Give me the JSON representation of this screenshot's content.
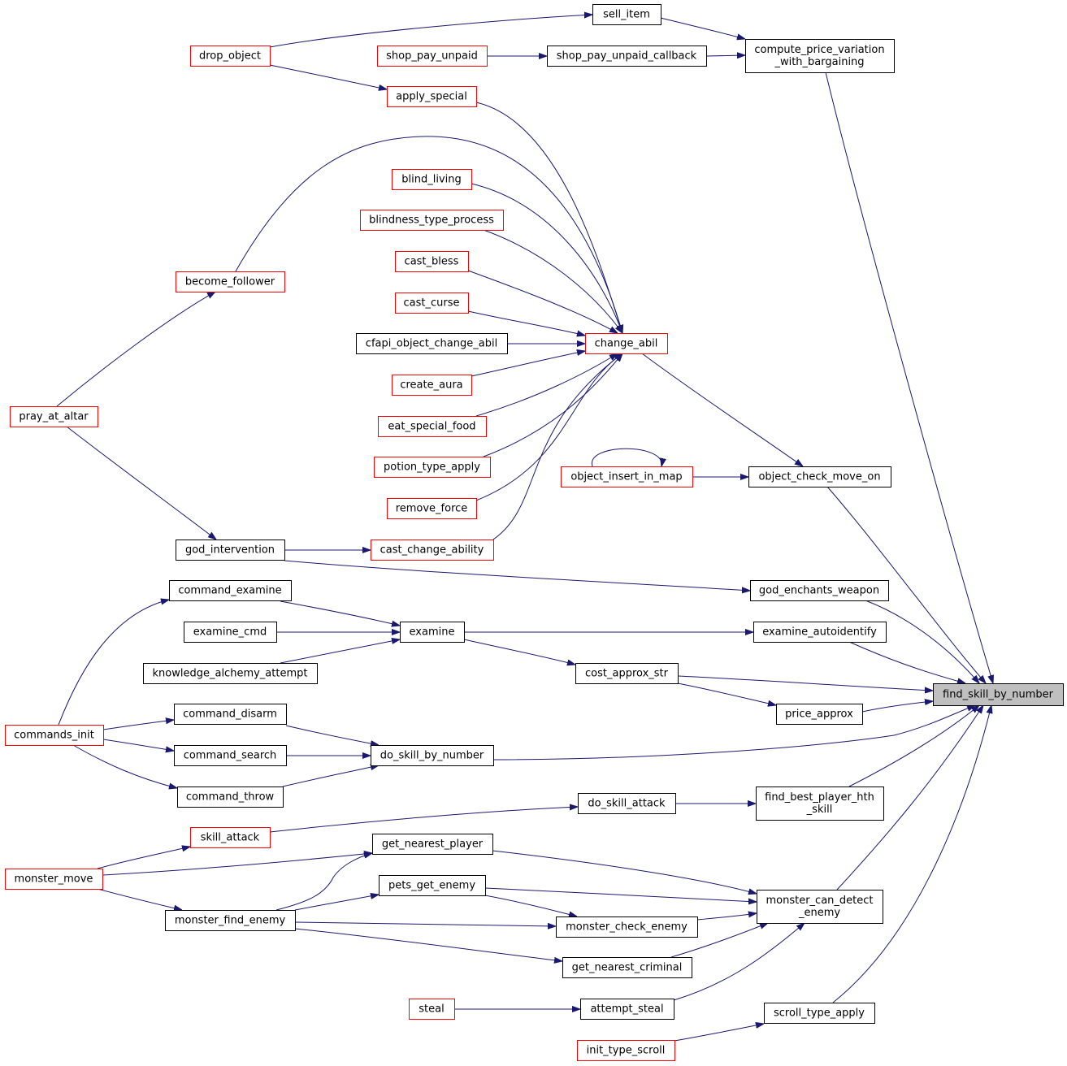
{
  "diagram": {
    "type": "call-graph",
    "colors": {
      "edge": "#191970",
      "border_normal": "#000000",
      "border_truncated": "#ff0000",
      "highlight_fill": "#bfbfbf",
      "node_fill": "#ffffff"
    },
    "nodes": [
      {
        "id": "find_skill_by_number",
        "lines": [
          "find_skill_by_number"
        ],
        "style": "highlight"
      },
      {
        "id": "sell_item",
        "lines": [
          "sell_item"
        ],
        "style": "normal"
      },
      {
        "id": "compute_price_variation_with_bargaining",
        "lines": [
          "compute_price_variation",
          "_with_bargaining"
        ],
        "style": "normal"
      },
      {
        "id": "drop_object",
        "lines": [
          "drop_object"
        ],
        "style": "truncated"
      },
      {
        "id": "shop_pay_unpaid",
        "lines": [
          "shop_pay_unpaid"
        ],
        "style": "truncated"
      },
      {
        "id": "shop_pay_unpaid_callback",
        "lines": [
          "shop_pay_unpaid_callback"
        ],
        "style": "normal"
      },
      {
        "id": "apply_special",
        "lines": [
          "apply_special"
        ],
        "style": "truncated"
      },
      {
        "id": "blind_living",
        "lines": [
          "blind_living"
        ],
        "style": "truncated"
      },
      {
        "id": "blindness_type_process",
        "lines": [
          "blindness_type_process"
        ],
        "style": "truncated"
      },
      {
        "id": "cast_bless",
        "lines": [
          "cast_bless"
        ],
        "style": "truncated"
      },
      {
        "id": "become_follower",
        "lines": [
          "become_follower"
        ],
        "style": "truncated"
      },
      {
        "id": "cast_curse",
        "lines": [
          "cast_curse"
        ],
        "style": "truncated"
      },
      {
        "id": "cfapi_object_change_abil",
        "lines": [
          "cfapi_object_change_abil"
        ],
        "style": "normal"
      },
      {
        "id": "change_abil",
        "lines": [
          "change_abil"
        ],
        "style": "truncated"
      },
      {
        "id": "create_aura",
        "lines": [
          "create_aura"
        ],
        "style": "truncated"
      },
      {
        "id": "pray_at_altar",
        "lines": [
          "pray_at_altar"
        ],
        "style": "truncated"
      },
      {
        "id": "eat_special_food",
        "lines": [
          "eat_special_food"
        ],
        "style": "truncated"
      },
      {
        "id": "potion_type_apply",
        "lines": [
          "potion_type_apply"
        ],
        "style": "truncated"
      },
      {
        "id": "object_insert_in_map",
        "lines": [
          "object_insert_in_map"
        ],
        "style": "truncated"
      },
      {
        "id": "object_check_move_on",
        "lines": [
          "object_check_move_on"
        ],
        "style": "normal"
      },
      {
        "id": "remove_force",
        "lines": [
          "remove_force"
        ],
        "style": "truncated"
      },
      {
        "id": "god_intervention",
        "lines": [
          "god_intervention"
        ],
        "style": "normal"
      },
      {
        "id": "cast_change_ability",
        "lines": [
          "cast_change_ability"
        ],
        "style": "truncated"
      },
      {
        "id": "command_examine",
        "lines": [
          "command_examine"
        ],
        "style": "normal"
      },
      {
        "id": "god_enchants_weapon",
        "lines": [
          "god_enchants_weapon"
        ],
        "style": "normal"
      },
      {
        "id": "examine_cmd",
        "lines": [
          "examine_cmd"
        ],
        "style": "normal"
      },
      {
        "id": "examine",
        "lines": [
          "examine"
        ],
        "style": "normal"
      },
      {
        "id": "examine_autoidentify",
        "lines": [
          "examine_autoidentify"
        ],
        "style": "normal"
      },
      {
        "id": "knowledge_alchemy_attempt",
        "lines": [
          "knowledge_alchemy_attempt"
        ],
        "style": "normal"
      },
      {
        "id": "cost_approx_str",
        "lines": [
          "cost_approx_str"
        ],
        "style": "normal"
      },
      {
        "id": "price_approx",
        "lines": [
          "price_approx"
        ],
        "style": "normal"
      },
      {
        "id": "command_disarm",
        "lines": [
          "command_disarm"
        ],
        "style": "normal"
      },
      {
        "id": "commands_init",
        "lines": [
          "commands_init"
        ],
        "style": "truncated"
      },
      {
        "id": "command_search",
        "lines": [
          "command_search"
        ],
        "style": "normal"
      },
      {
        "id": "do_skill_by_number",
        "lines": [
          "do_skill_by_number"
        ],
        "style": "normal"
      },
      {
        "id": "command_throw",
        "lines": [
          "command_throw"
        ],
        "style": "normal"
      },
      {
        "id": "do_skill_attack",
        "lines": [
          "do_skill_attack"
        ],
        "style": "normal"
      },
      {
        "id": "find_best_player_hth_skill",
        "lines": [
          "find_best_player_hth",
          "_skill"
        ],
        "style": "normal"
      },
      {
        "id": "skill_attack",
        "lines": [
          "skill_attack"
        ],
        "style": "truncated"
      },
      {
        "id": "get_nearest_player",
        "lines": [
          "get_nearest_player"
        ],
        "style": "normal"
      },
      {
        "id": "monster_move",
        "lines": [
          "monster_move"
        ],
        "style": "truncated"
      },
      {
        "id": "pets_get_enemy",
        "lines": [
          "pets_get_enemy"
        ],
        "style": "normal"
      },
      {
        "id": "monster_can_detect_enemy",
        "lines": [
          "monster_can_detect",
          "_enemy"
        ],
        "style": "normal"
      },
      {
        "id": "monster_find_enemy",
        "lines": [
          "monster_find_enemy"
        ],
        "style": "normal"
      },
      {
        "id": "monster_check_enemy",
        "lines": [
          "monster_check_enemy"
        ],
        "style": "normal"
      },
      {
        "id": "get_nearest_criminal",
        "lines": [
          "get_nearest_criminal"
        ],
        "style": "normal"
      },
      {
        "id": "steal",
        "lines": [
          "steal"
        ],
        "style": "truncated"
      },
      {
        "id": "attempt_steal",
        "lines": [
          "attempt_steal"
        ],
        "style": "normal"
      },
      {
        "id": "scroll_type_apply",
        "lines": [
          "scroll_type_apply"
        ],
        "style": "normal"
      },
      {
        "id": "init_type_scroll",
        "lines": [
          "init_type_scroll"
        ],
        "style": "truncated"
      }
    ]
  }
}
